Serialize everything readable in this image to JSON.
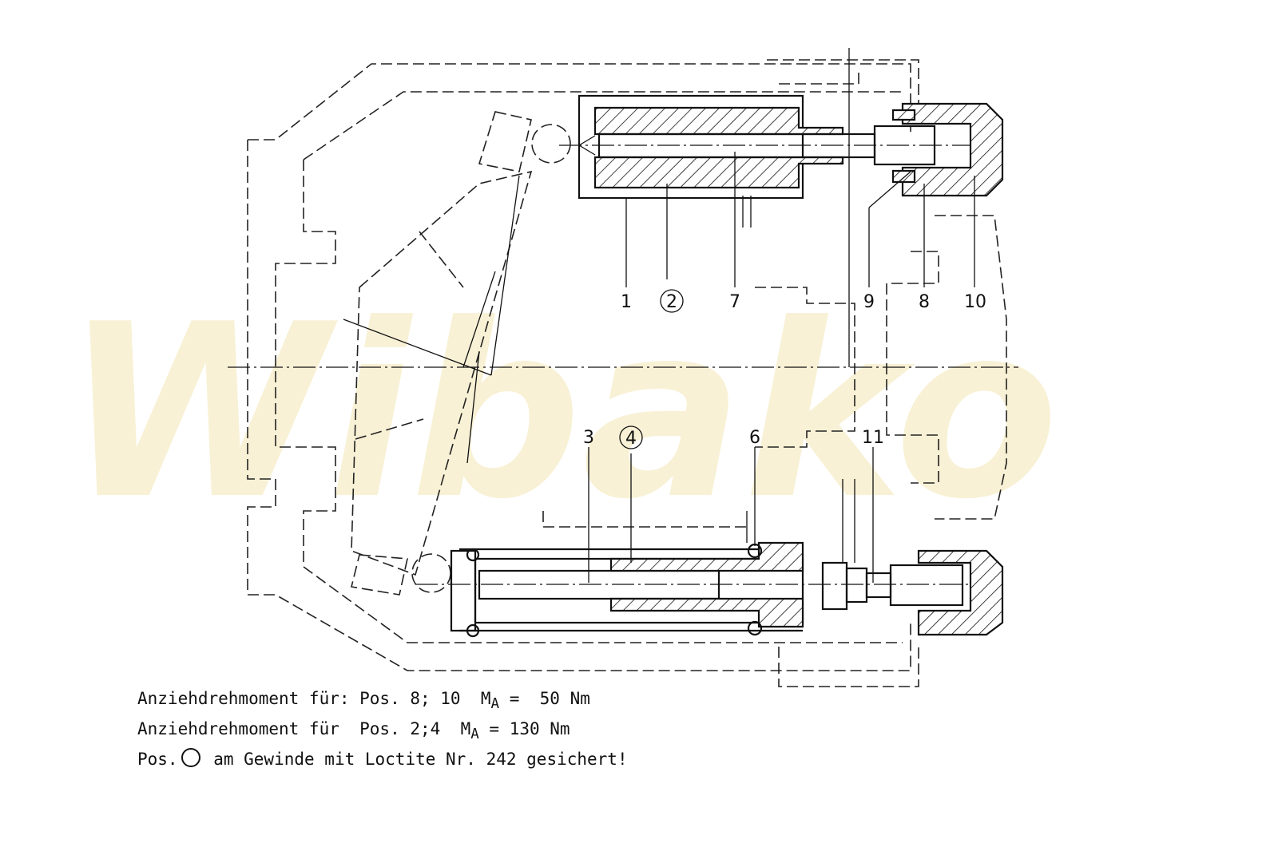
{
  "watermark": {
    "text": "Wibako",
    "color": "#f3e6b4"
  },
  "labels": {
    "pos1": "1",
    "pos2": "2",
    "pos7": "7",
    "pos9": "9",
    "pos8": "8",
    "pos10": "10",
    "pos3": "3",
    "pos4": "4",
    "pos6": "6",
    "pos11": "11"
  },
  "circled_positions": [
    "2",
    "4"
  ],
  "notes": {
    "line1_a": "Anziehdrehmoment für: Pos. 8; 10  M",
    "line1_sub": "A",
    "line1_b": " =  50 Nm",
    "line2_a": "Anziehdrehmoment für  Pos. 2;4  M",
    "line2_sub": "A",
    "line2_b": " = 130 Nm",
    "line3_a": "Pos.",
    "line3_b": " am Gewinde mit Loctite Nr. 242 gesichert!"
  }
}
